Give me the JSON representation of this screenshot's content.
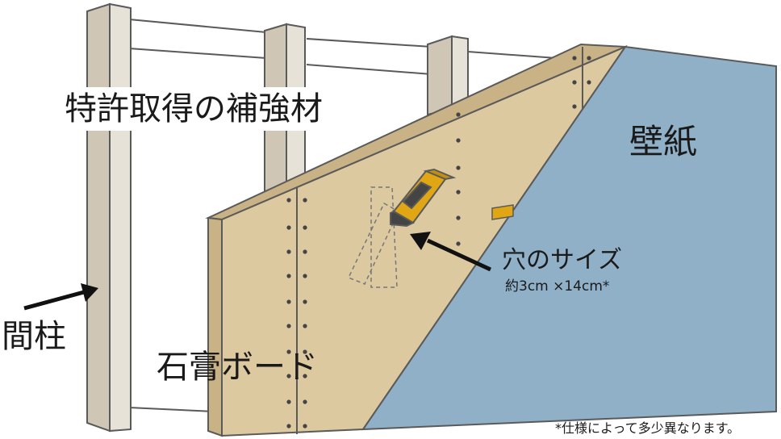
{
  "labels": {
    "title": "特許取得の補強材",
    "wallpaper": "壁紙",
    "hole_size": "穴のサイズ",
    "hole_dimensions": "約3cm ×14cm*",
    "stud": "間柱",
    "gypsum_board": "石膏ボード",
    "note": "*仕様によって多少異なります。"
  },
  "colors": {
    "stud_front": "#e7e2d8",
    "stud_side": "#cfc6b5",
    "board": "#ddc9a0",
    "board_edge": "#c8b286",
    "wallpaper": "#8fb0c7",
    "reinforcement": "#e0a614",
    "outline": "#5a5a5a",
    "screw": "#444444",
    "arrow": "#111111"
  }
}
